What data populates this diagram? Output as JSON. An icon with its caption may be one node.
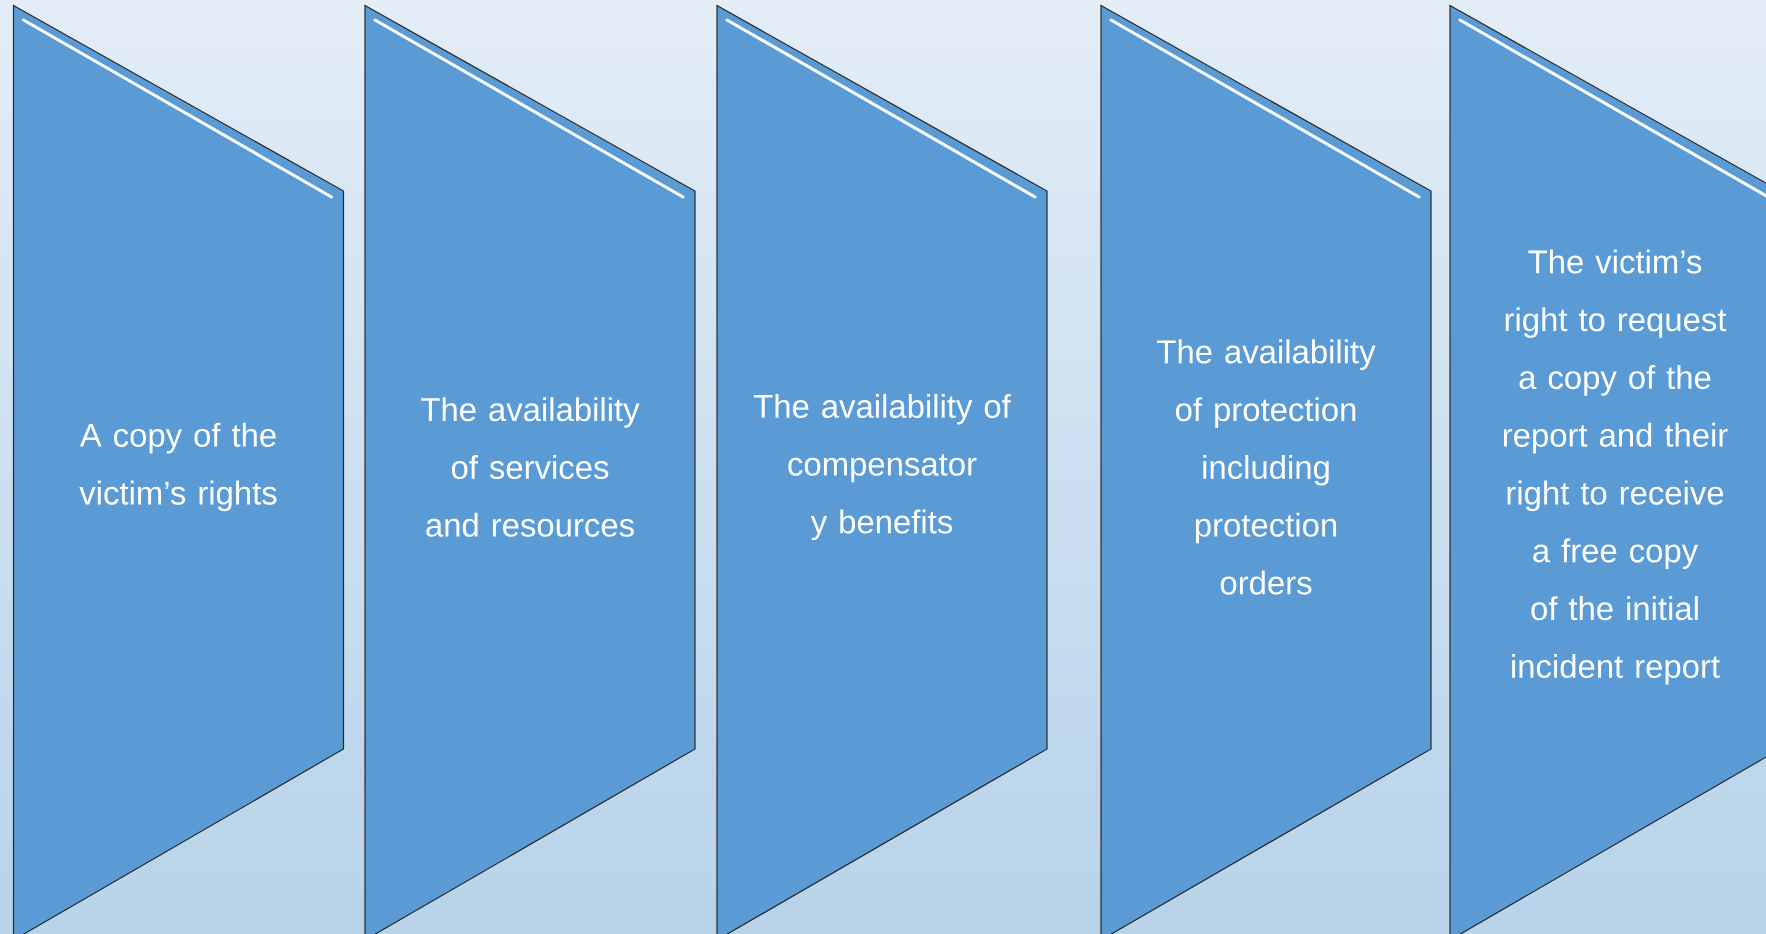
{
  "diagram": {
    "nodes": [
      {
        "text": [
          "A copy of the victim’s rights"
        ]
      },
      {
        "text": [
          "The availability of services and resources"
        ]
      },
      {
        "text": [
          "The availability of compensator y benefits"
        ]
      },
      {
        "text": [
          "The availability of protection including protection orders"
        ]
      },
      {
        "text": [
          "The victim’s right to request a copy of the report and their right to receive a free copy of the initial incident report"
        ]
      }
    ]
  }
}
